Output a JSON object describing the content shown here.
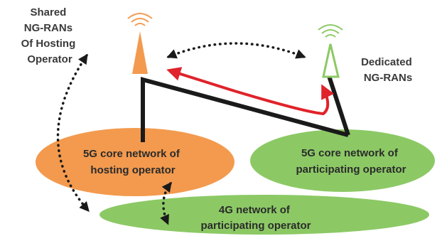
{
  "labels": {
    "shared": [
      "Shared",
      "NG-RANs",
      "Of Hosting",
      "Operator"
    ],
    "dedicated": [
      "Dedicated",
      "NG-RANs"
    ]
  },
  "networks": {
    "hosting_core": [
      "5G core network of",
      "hosting operator"
    ],
    "participating_core": [
      "5G core network of",
      "participating operator"
    ],
    "participating_4g": [
      "4G network of",
      "participating operator"
    ]
  },
  "colors": {
    "orange": "#f39a4e",
    "green": "#8cc965",
    "black": "#1a1a1a",
    "red": "#e0222a",
    "text": "#3a3a3a"
  },
  "icons": {
    "hosting_antenna": "orange-antenna-icon",
    "dedicated_antenna": "green-antenna-icon"
  }
}
